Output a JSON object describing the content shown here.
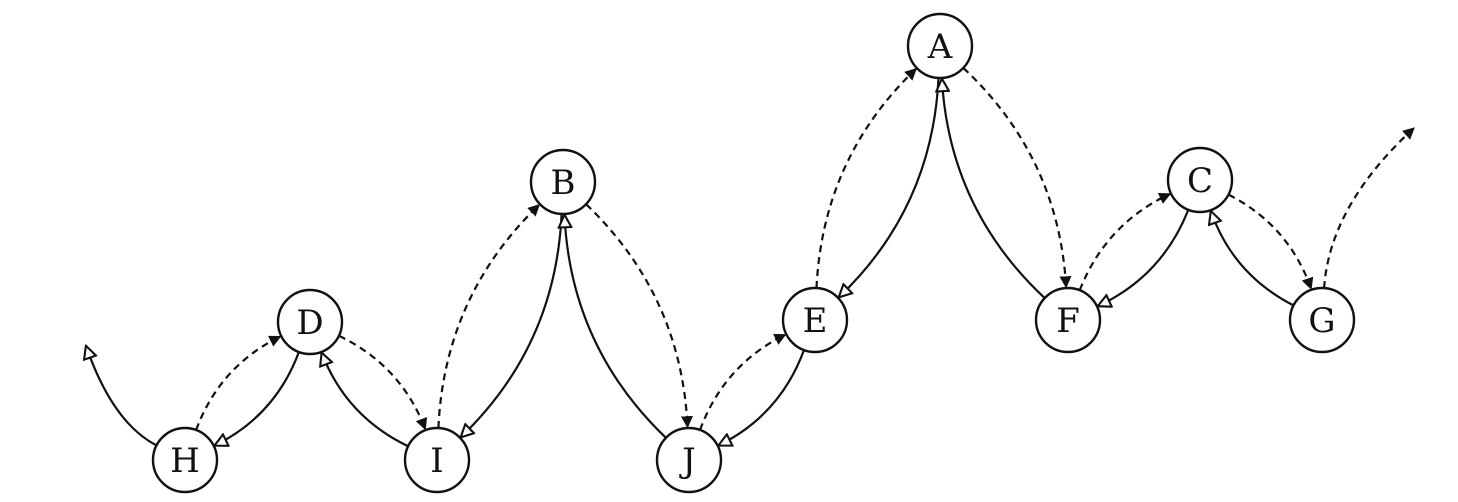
{
  "diagram": {
    "colors": {
      "ink": "#111111",
      "background": "#ffffff"
    },
    "nodes": [
      {
        "id": "A",
        "label": "A"
      },
      {
        "id": "B",
        "label": "B"
      },
      {
        "id": "C",
        "label": "C"
      },
      {
        "id": "D",
        "label": "D"
      },
      {
        "id": "E",
        "label": "E"
      },
      {
        "id": "F",
        "label": "F"
      },
      {
        "id": "G",
        "label": "G"
      },
      {
        "id": "H",
        "label": "H"
      },
      {
        "id": "I",
        "label": "I"
      },
      {
        "id": "J",
        "label": "J"
      }
    ],
    "edges": [
      {
        "from": "H",
        "to": "D",
        "style": "dashed",
        "head": "filled"
      },
      {
        "from": "D",
        "to": "H",
        "style": "solid",
        "head": "open"
      },
      {
        "from": "D",
        "to": "I",
        "style": "dashed",
        "head": "filled"
      },
      {
        "from": "I",
        "to": "D",
        "style": "solid",
        "head": "open"
      },
      {
        "from": "I",
        "to": "B",
        "style": "dashed",
        "head": "filled"
      },
      {
        "from": "B",
        "to": "I",
        "style": "solid",
        "head": "open"
      },
      {
        "from": "B",
        "to": "J",
        "style": "dashed",
        "head": "filled"
      },
      {
        "from": "J",
        "to": "B",
        "style": "solid",
        "head": "open"
      },
      {
        "from": "J",
        "to": "E",
        "style": "dashed",
        "head": "filled"
      },
      {
        "from": "E",
        "to": "J",
        "style": "solid",
        "head": "open"
      },
      {
        "from": "E",
        "to": "A",
        "style": "dashed",
        "head": "filled"
      },
      {
        "from": "A",
        "to": "E",
        "style": "solid",
        "head": "open"
      },
      {
        "from": "A",
        "to": "F",
        "style": "dashed",
        "head": "filled"
      },
      {
        "from": "F",
        "to": "A",
        "style": "solid",
        "head": "open"
      },
      {
        "from": "F",
        "to": "C",
        "style": "dashed",
        "head": "filled"
      },
      {
        "from": "C",
        "to": "F",
        "style": "solid",
        "head": "open"
      },
      {
        "from": "C",
        "to": "G",
        "style": "dashed",
        "head": "filled"
      },
      {
        "from": "G",
        "to": "C",
        "style": "solid",
        "head": "open"
      },
      {
        "from": "H",
        "to": "outside-left",
        "style": "solid",
        "head": "open"
      },
      {
        "from": "G",
        "to": "outside-right",
        "style": "dashed",
        "head": "filled"
      }
    ]
  }
}
